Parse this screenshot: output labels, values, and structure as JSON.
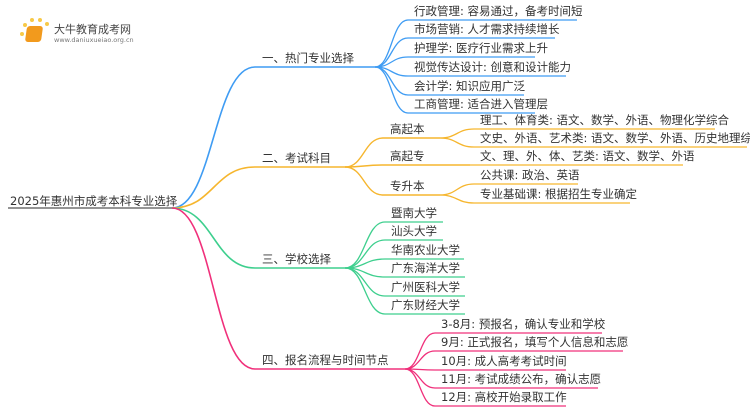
{
  "logo": {
    "name": "大牛教育成考网",
    "url": "www.daniuxueiao.org.cn"
  },
  "root": "2025年惠州市成考本科专业选择",
  "colors": {
    "b1": "#3f9cf3",
    "b2": "#f6b62e",
    "b3": "#3ecf8e",
    "b4": "#f0307b"
  },
  "branches": [
    {
      "label": "一、热门专业选择",
      "items": [
        "行政管理: 容易通过，备考时间短",
        "市场营销: 人才需求持续增长",
        "护理学: 医疗行业需求上升",
        "视觉传达设计: 创意和设计能力",
        "会计学: 知识应用广泛",
        "工商管理: 适合进入管理层"
      ]
    },
    {
      "label": "二、考试科目",
      "groups": [
        {
          "label": "高起本",
          "items": [
            "理工、体育类: 语文、数学、外语、物理化学综合",
            "文史、外语、艺术类: 语文、数学、外语、历史地理综合"
          ]
        },
        {
          "label": "高起专",
          "items": [
            "文、理、外、体、艺类: 语文、数学、外语"
          ]
        },
        {
          "label": "专升本",
          "items": [
            "公共课: 政治、英语",
            "专业基础课: 根据招生专业确定"
          ]
        }
      ]
    },
    {
      "label": "三、学校选择",
      "items": [
        "暨南大学",
        "汕头大学",
        "华南农业大学",
        "广东海洋大学",
        "广州医科大学",
        "广东财经大学"
      ]
    },
    {
      "label": "四、报名流程与时间节点",
      "items": [
        "3-8月: 预报名，确认专业和学校",
        "9月: 正式报名，填写个人信息和志愿",
        "10月: 成人高考考试时间",
        "11月: 考试成绩公布，确认志愿",
        "12月: 高校开始录取工作"
      ]
    }
  ]
}
